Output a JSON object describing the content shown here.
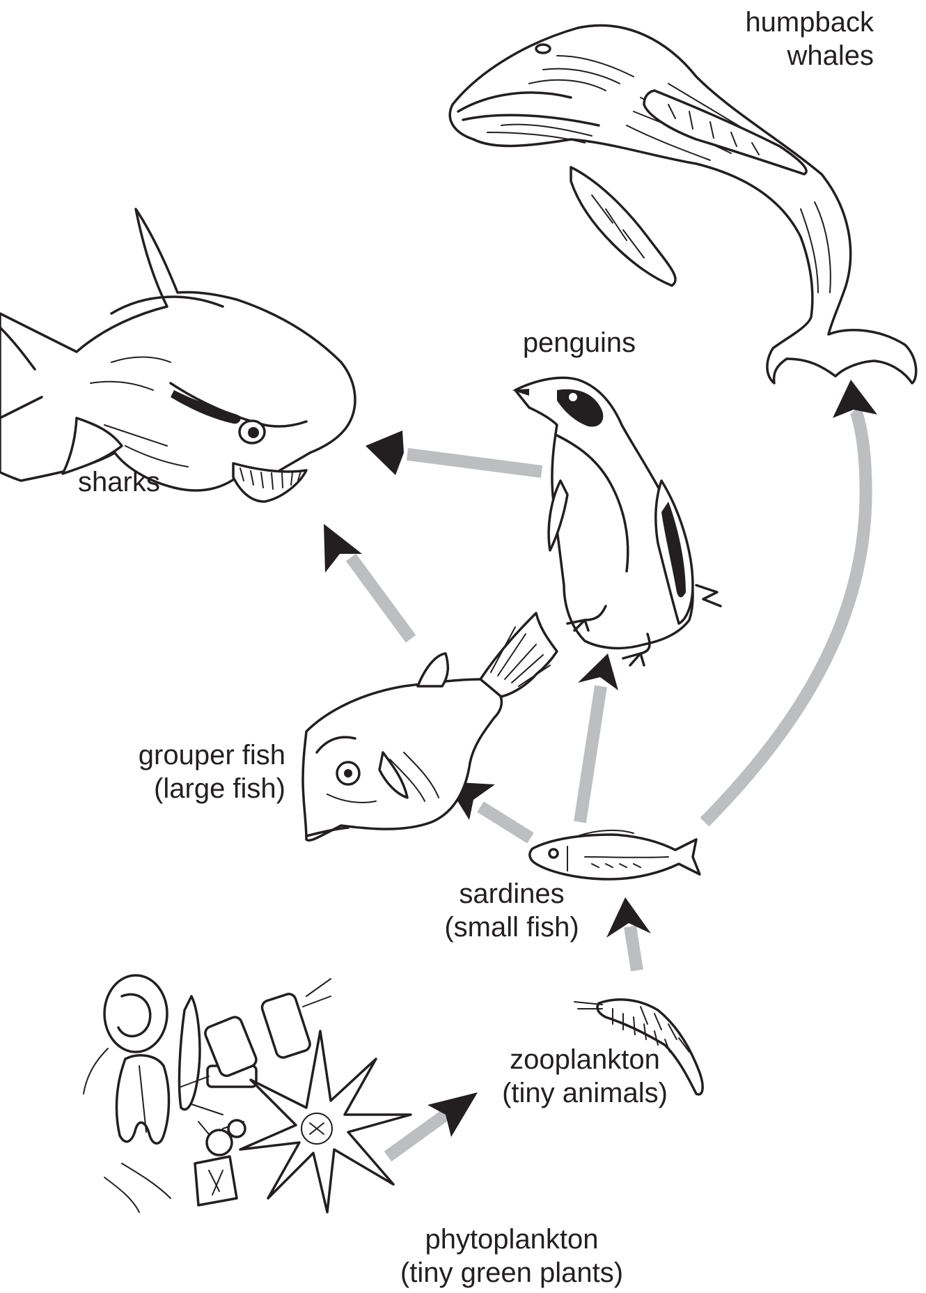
{
  "organisms": {
    "humpback": {
      "line1": "humpback",
      "line2": "whales",
      "icon": "humpback-whale-icon"
    },
    "penguins": {
      "line1": "penguins",
      "icon": "penguin-icon"
    },
    "sharks": {
      "line1": "sharks",
      "icon": "shark-icon"
    },
    "grouper": {
      "line1": "grouper fish",
      "line2": "(large fish)",
      "icon": "grouper-fish-icon"
    },
    "sardines": {
      "line1": "sardines",
      "line2": "(small fish)",
      "icon": "sardine-icon"
    },
    "zooplankton": {
      "line1": "zooplankton",
      "line2": "(tiny animals)",
      "icon": "zooplankton-icon"
    },
    "phytoplankton": {
      "line1": "phytoplankton",
      "line2": "(tiny green plants)",
      "icon": "phytoplankton-icon"
    }
  },
  "colors": {
    "arrow_shaft": "#bcbec0",
    "arrow_head": "#231f20",
    "text": "#231f20"
  },
  "food_web_links": [
    {
      "from": "phytoplankton",
      "to": "zooplankton"
    },
    {
      "from": "zooplankton",
      "to": "sardines"
    },
    {
      "from": "sardines",
      "to": "grouper"
    },
    {
      "from": "sardines",
      "to": "penguins"
    },
    {
      "from": "sardines",
      "to": "humpback"
    },
    {
      "from": "grouper",
      "to": "sharks"
    },
    {
      "from": "penguins",
      "to": "sharks"
    }
  ]
}
